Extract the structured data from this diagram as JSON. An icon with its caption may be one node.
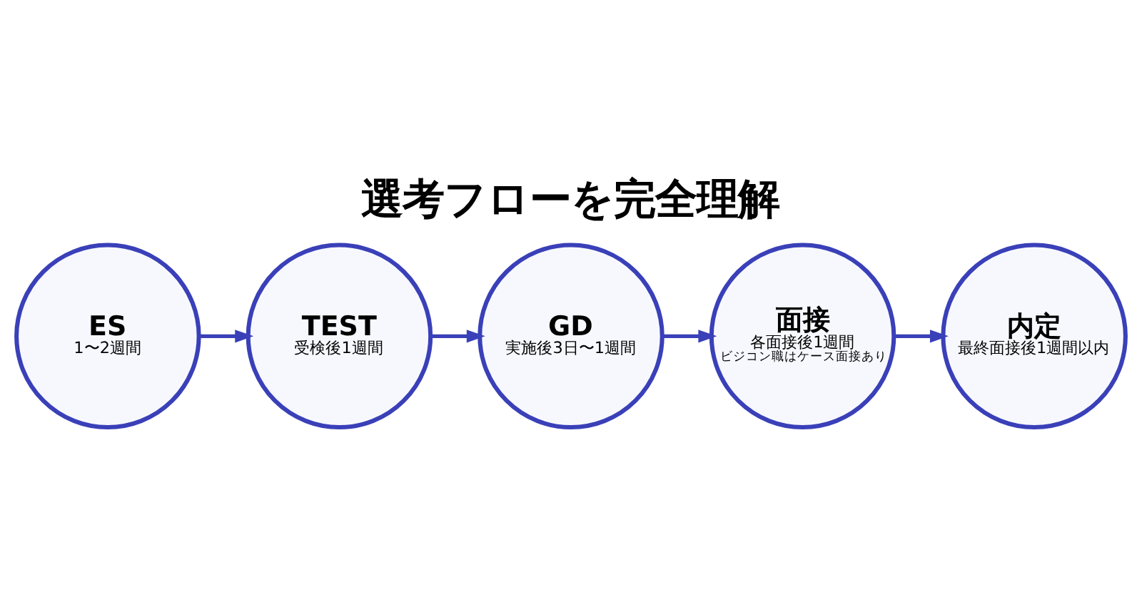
{
  "diagram": {
    "title": "選考フローを完全理解",
    "nodes": [
      {
        "text": [
          "ES",
          "1〜2週間"
        ]
      },
      {
        "text": [
          "TEST",
          "受検後1週間"
        ]
      },
      {
        "text": [
          "GD",
          "実施後3日〜1週間"
        ]
      },
      {
        "text": [
          "面接",
          "各面接後1週間",
          "ビジコン職はケース面接あり"
        ]
      },
      {
        "text": [
          "内定",
          "最終面接後1週間以内"
        ]
      }
    ],
    "edges": [
      {
        "from": 0,
        "to": 1,
        "arrow": "to"
      },
      {
        "from": 1,
        "to": 2,
        "arrow": "to"
      },
      {
        "from": 2,
        "to": 3,
        "arrow": "to"
      },
      {
        "from": 3,
        "to": 4,
        "arrow": "to"
      }
    ]
  }
}
